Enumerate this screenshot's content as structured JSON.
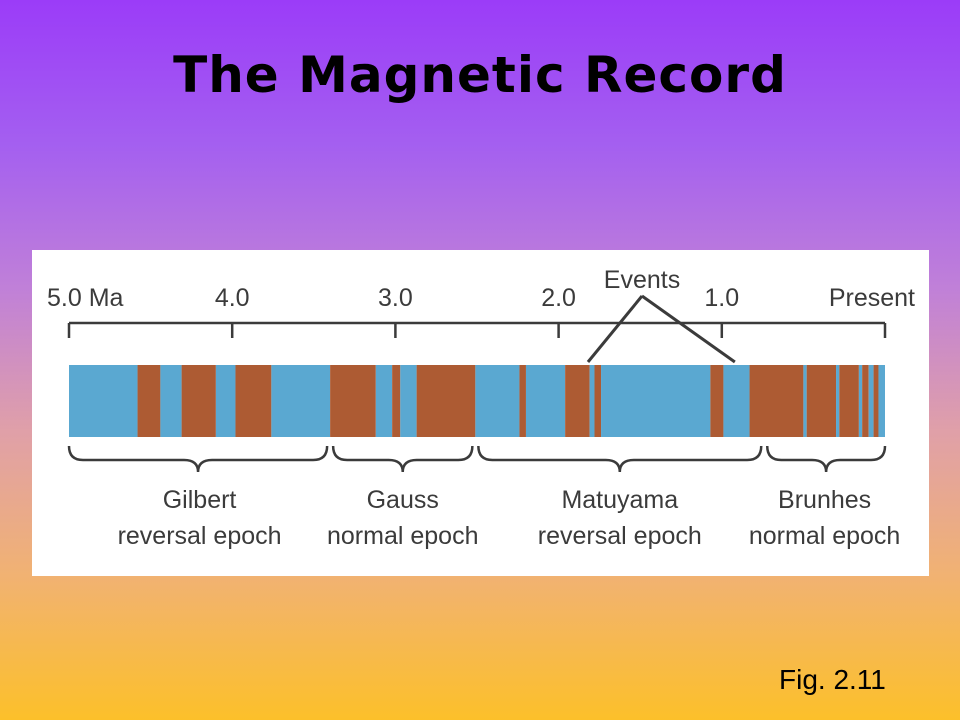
{
  "title": "The Magnetic Record",
  "figure_label": "Fig. 2.11",
  "time_axis": {
    "labels": [
      "5.0 Ma",
      "4.0",
      "3.0",
      "2.0",
      "1.0",
      "Present"
    ],
    "ages_ma": [
      5.0,
      4.0,
      3.0,
      2.0,
      1.0,
      0.0
    ]
  },
  "events_label": "Events",
  "colors": {
    "normal": "#5aa8d1",
    "reversed": "#ad5b33",
    "line": "#3b3b3b"
  },
  "bands": [
    {
      "from": 5.0,
      "to": 4.58,
      "polarity": "normal"
    },
    {
      "from": 4.58,
      "to": 4.44,
      "polarity": "reversed"
    },
    {
      "from": 4.44,
      "to": 4.31,
      "polarity": "normal"
    },
    {
      "from": 4.31,
      "to": 4.1,
      "polarity": "reversed"
    },
    {
      "from": 4.1,
      "to": 3.98,
      "polarity": "normal"
    },
    {
      "from": 3.98,
      "to": 3.76,
      "polarity": "reversed"
    },
    {
      "from": 3.76,
      "to": 3.4,
      "polarity": "normal"
    },
    {
      "from": 3.4,
      "to": 3.12,
      "polarity": "reversed"
    },
    {
      "from": 3.12,
      "to": 3.02,
      "polarity": "normal"
    },
    {
      "from": 3.02,
      "to": 2.97,
      "polarity": "reversed"
    },
    {
      "from": 2.97,
      "to": 2.87,
      "polarity": "normal"
    },
    {
      "from": 2.87,
      "to": 2.51,
      "polarity": "reversed"
    },
    {
      "from": 2.51,
      "to": 2.24,
      "polarity": "normal"
    },
    {
      "from": 2.24,
      "to": 2.2,
      "polarity": "reversed"
    },
    {
      "from": 2.2,
      "to": 1.96,
      "polarity": "normal"
    },
    {
      "from": 1.96,
      "to": 1.81,
      "polarity": "reversed"
    },
    {
      "from": 1.81,
      "to": 1.78,
      "polarity": "normal"
    },
    {
      "from": 1.78,
      "to": 1.74,
      "polarity": "reversed"
    },
    {
      "from": 1.74,
      "to": 1.07,
      "polarity": "normal"
    },
    {
      "from": 1.07,
      "to": 0.99,
      "polarity": "reversed"
    },
    {
      "from": 0.99,
      "to": 0.83,
      "polarity": "normal"
    },
    {
      "from": 0.83,
      "to": 0.5,
      "polarity": "reversed"
    },
    {
      "from": 0.5,
      "to": 0.48,
      "polarity": "normal"
    },
    {
      "from": 0.48,
      "to": 0.3,
      "polarity": "reversed"
    },
    {
      "from": 0.3,
      "to": 0.28,
      "polarity": "normal"
    },
    {
      "from": 0.28,
      "to": 0.16,
      "polarity": "reversed"
    },
    {
      "from": 0.16,
      "to": 0.14,
      "polarity": "normal"
    },
    {
      "from": 0.14,
      "to": 0.1,
      "polarity": "reversed"
    },
    {
      "from": 0.1,
      "to": 0.07,
      "polarity": "normal"
    },
    {
      "from": 0.07,
      "to": 0.04,
      "polarity": "reversed"
    },
    {
      "from": 0.04,
      "to": 0.0,
      "polarity": "normal"
    }
  ],
  "event_ages_ma": [
    1.82,
    0.92
  ],
  "epochs": [
    {
      "name": "Gilbert",
      "type": "reversal epoch",
      "from": 5.0,
      "to": 3.4
    },
    {
      "name": "Gauss",
      "type": "normal epoch",
      "from": 3.4,
      "to": 2.51
    },
    {
      "name": "Matuyama",
      "type": "reversal epoch",
      "from": 2.51,
      "to": 0.74
    },
    {
      "name": "Brunhes",
      "type": "normal epoch",
      "from": 0.74,
      "to": 0.0
    }
  ]
}
